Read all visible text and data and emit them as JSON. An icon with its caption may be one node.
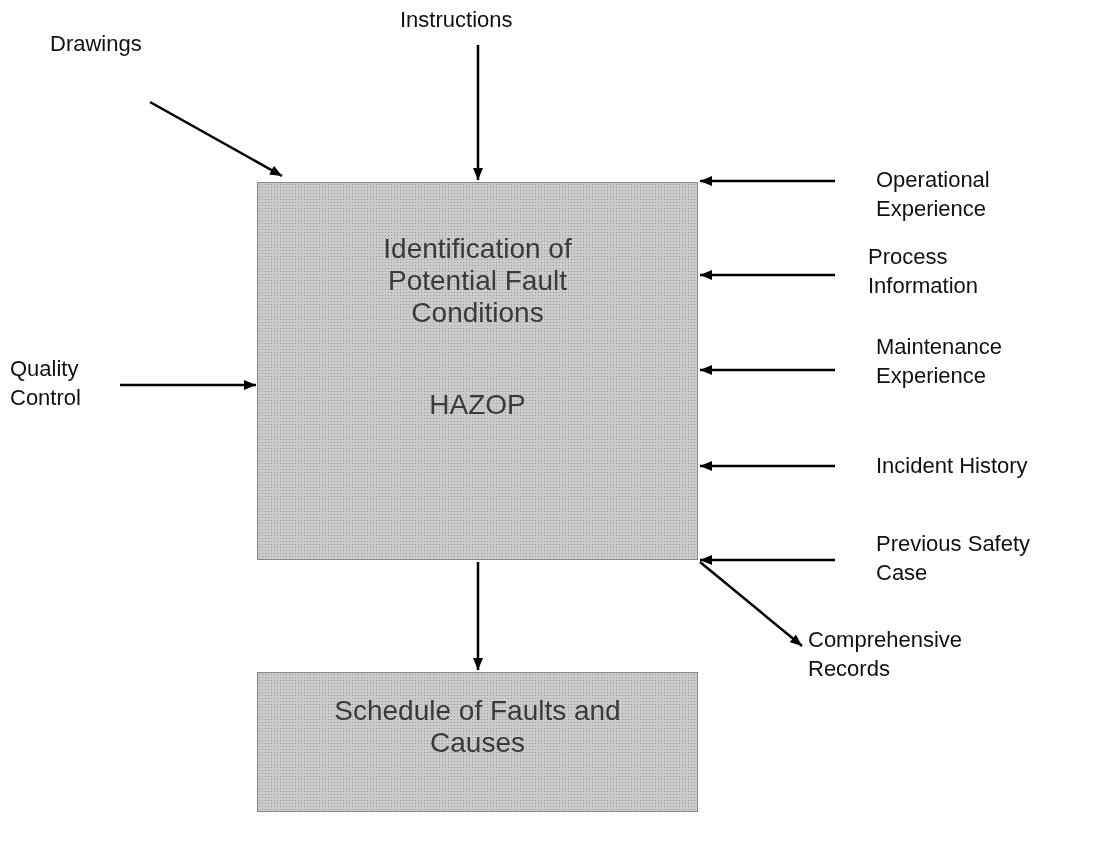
{
  "diagram": {
    "nodes": [
      {
        "text": [
          "Identification of Potential Fault Conditions",
          "HAZOP"
        ]
      },
      {
        "text": [
          "Schedule of Faults and Causes"
        ]
      },
      {
        "text": [
          "Drawings"
        ]
      },
      {
        "text": [
          "Instructions"
        ]
      },
      {
        "text": [
          "Operational Experience"
        ]
      },
      {
        "text": [
          "Process Information"
        ]
      },
      {
        "text": [
          "Maintenance Experience"
        ]
      },
      {
        "text": [
          "Incident History"
        ]
      },
      {
        "text": [
          "Previous Safety Case"
        ]
      },
      {
        "text": [
          "Quality Control"
        ]
      },
      {
        "text": [
          "Comprehensive Records"
        ]
      }
    ],
    "edges": [
      {
        "from": 2,
        "to": 0,
        "arrow": "to"
      },
      {
        "from": 3,
        "to": 0,
        "arrow": "to"
      },
      {
        "from": 4,
        "to": 0,
        "arrow": "to"
      },
      {
        "from": 5,
        "to": 0,
        "arrow": "to"
      },
      {
        "from": 6,
        "to": 0,
        "arrow": "to"
      },
      {
        "from": 7,
        "to": 0,
        "arrow": "to"
      },
      {
        "from": 8,
        "to": 0,
        "arrow": "to"
      },
      {
        "from": 9,
        "to": 0,
        "arrow": "to"
      },
      {
        "from": 0,
        "to": 1,
        "arrow": "to"
      },
      {
        "from": 0,
        "to": 10,
        "arrow": "to"
      }
    ]
  }
}
